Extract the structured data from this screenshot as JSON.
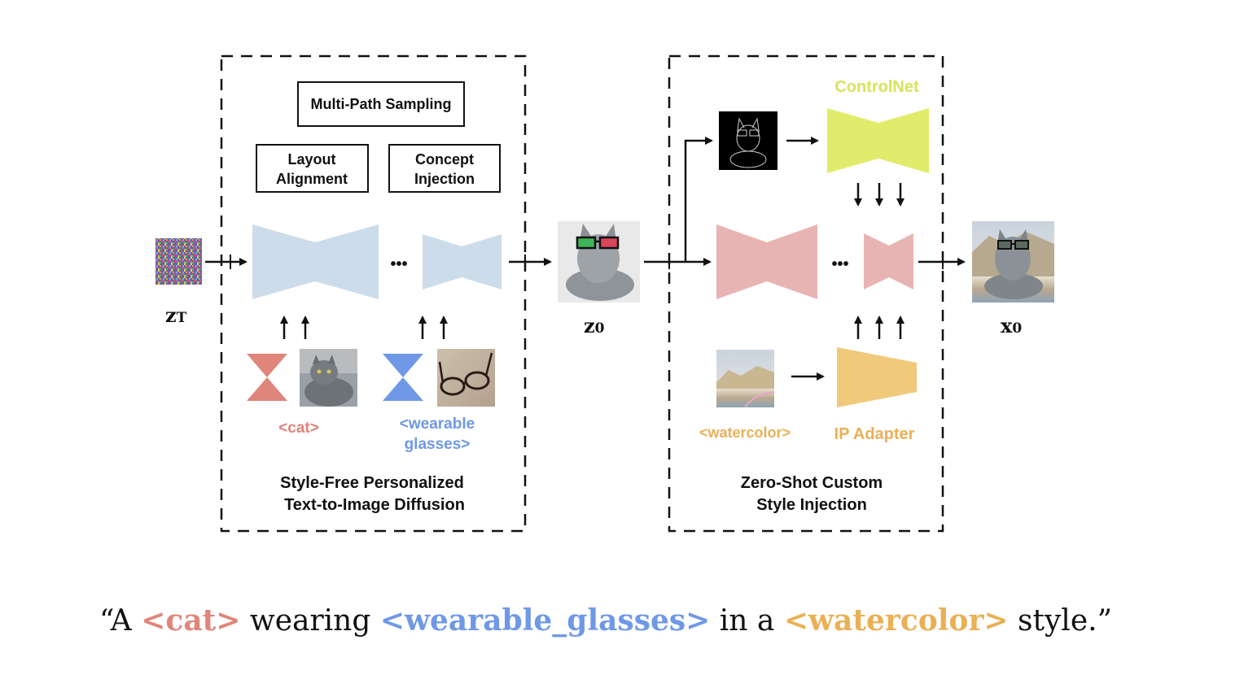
{
  "panel_left": {
    "title_line1": "Style-Free Personalized",
    "title_line2": "Text-to-Image Diffusion",
    "multi_path": "Multi-Path Sampling",
    "layout_line1": "Layout",
    "layout_line2": "Alignment",
    "concept_line1": "Concept",
    "concept_line2": "Injection",
    "ellipsis": "•••",
    "cat_token": "<cat>",
    "glasses_token_line1": "<wearable",
    "glasses_token_line2": "glasses>"
  },
  "panel_right": {
    "title_line1": "Zero-Shot Custom",
    "title_line2": "Style Injection",
    "controlnet": "ControlNet",
    "ip_adapter": "IP Adapter",
    "watercolor_token": "<watercolor>",
    "ellipsis": "•••"
  },
  "latents": {
    "zt_main": "z",
    "zt_sub": "T",
    "z0_main": "z",
    "z0_sub": "0",
    "x0_main": "x",
    "x0_sub": "0"
  },
  "prompt": {
    "open_quote": "“A ",
    "cat": "<cat>",
    "wearing": " wearing ",
    "glasses": "<wearable_glasses>",
    "in_a": " in a ",
    "watercolor": "<watercolor>",
    "close": " style.”"
  },
  "colors": {
    "unet_blue": "#ccdcea",
    "unet_red": "#e8b4b3",
    "controlnet": "#e2ec6c",
    "ip_adapter": "#f0c97a",
    "cat_token": "#e0857b",
    "glasses_token": "#6f98e6",
    "watercolor_token": "#eab055"
  }
}
